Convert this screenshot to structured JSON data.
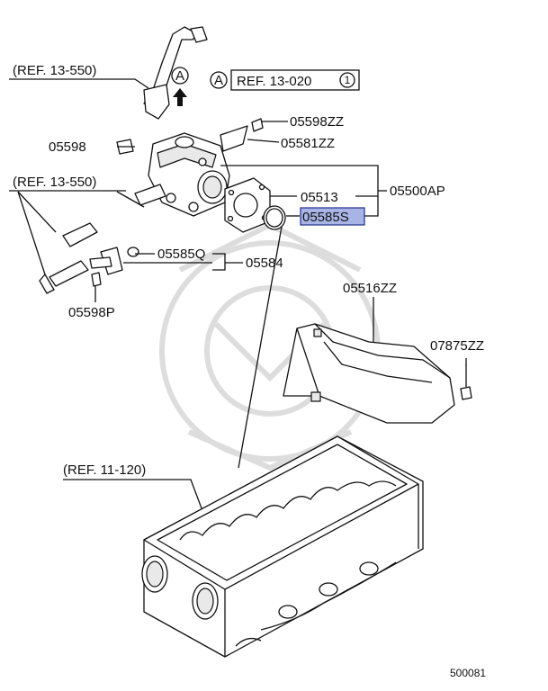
{
  "diagram": {
    "ref_13_550_a": "(REF. 13-550)",
    "ref_13_550_b": "(REF. 13-550)",
    "ref_11_120": "(REF. 11-120)",
    "ref_13_020": "REF. 13-020",
    "ref_13_020_index": "1",
    "marker_a": "A",
    "parts": {
      "p05598ZZ": "05598ZZ",
      "p05581ZZ": "05581ZZ",
      "p05598": "05598",
      "p05513": "05513",
      "p05500AP": "05500AP",
      "p05585S": "05585S",
      "p05585Q": "05585Q",
      "p05584": "05584",
      "p05598P": "05598P",
      "p05516ZZ": "05516ZZ",
      "p07875ZZ": "07875ZZ"
    },
    "highlight_color": "#a9b4e6",
    "figure_number": "500081"
  }
}
